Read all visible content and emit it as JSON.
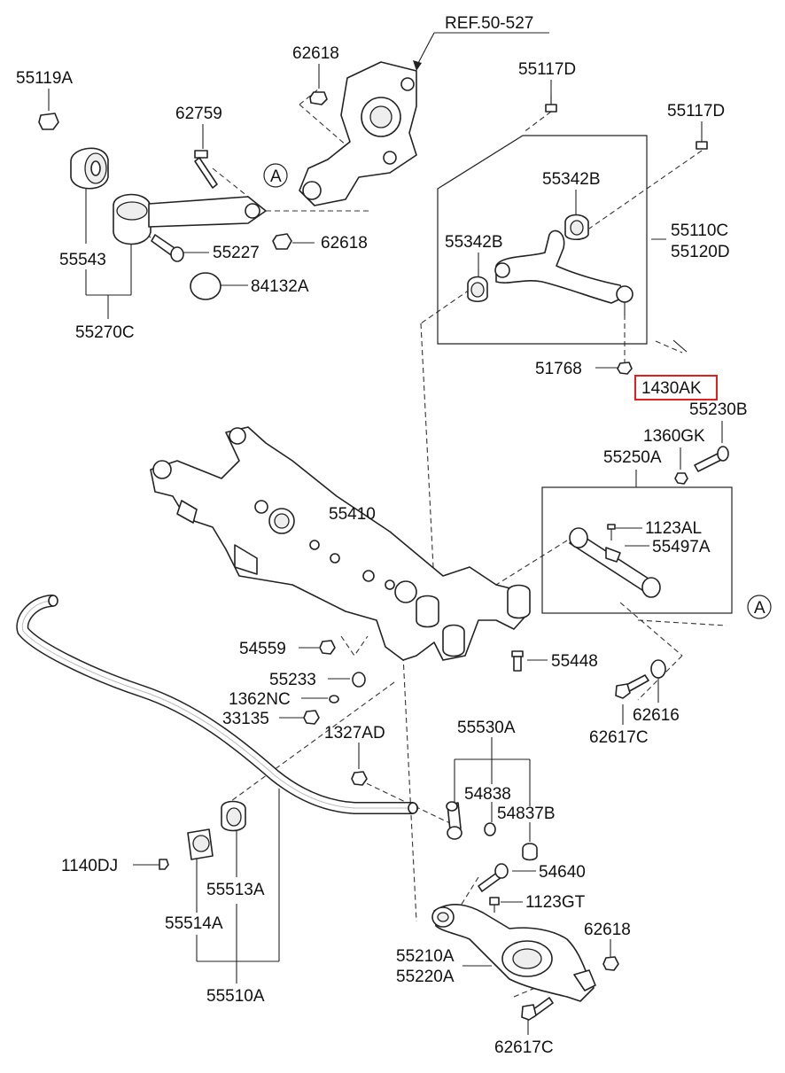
{
  "accent_color": "#e0201c",
  "labels": {
    "ref": "REF.50-527",
    "p62618_top": "62618",
    "p55119A": "55119A",
    "p62759": "62759",
    "p55117D_a": "55117D",
    "p55117D_b": "55117D",
    "p55342B_a": "55342B",
    "p55342B_b": "55342B",
    "p55110C": "55110C",
    "p55120D": "55120D",
    "p55543": "55543",
    "p55227": "55227",
    "p62618_mid": "62618",
    "p84132A": "84132A",
    "p55270C": "55270C",
    "p51768": "51768",
    "p1430AK": "1430AK",
    "p55230B": "55230B",
    "p1360GK": "1360GK",
    "p55250A": "55250A",
    "p55410": "55410",
    "p1123AL": "1123AL",
    "p55497A": "55497A",
    "p54559": "54559",
    "p55448": "55448",
    "p55233": "55233",
    "p1362NC": "1362NC",
    "p33135": "33135",
    "p62616": "62616",
    "p62617C_a": "62617C",
    "p1327AD": "1327AD",
    "p55530A": "55530A",
    "p54838": "54838",
    "p54837B": "54837B",
    "p1140DJ": "1140DJ",
    "p55513A": "55513A",
    "p54640": "54640",
    "p1123GT": "1123GT",
    "p55514A": "55514A",
    "p62618_bot": "62618",
    "p55210A": "55210A",
    "p55220A": "55220A",
    "p55510A": "55510A",
    "p62617C_b": "62617C",
    "marker_a": "A"
  }
}
